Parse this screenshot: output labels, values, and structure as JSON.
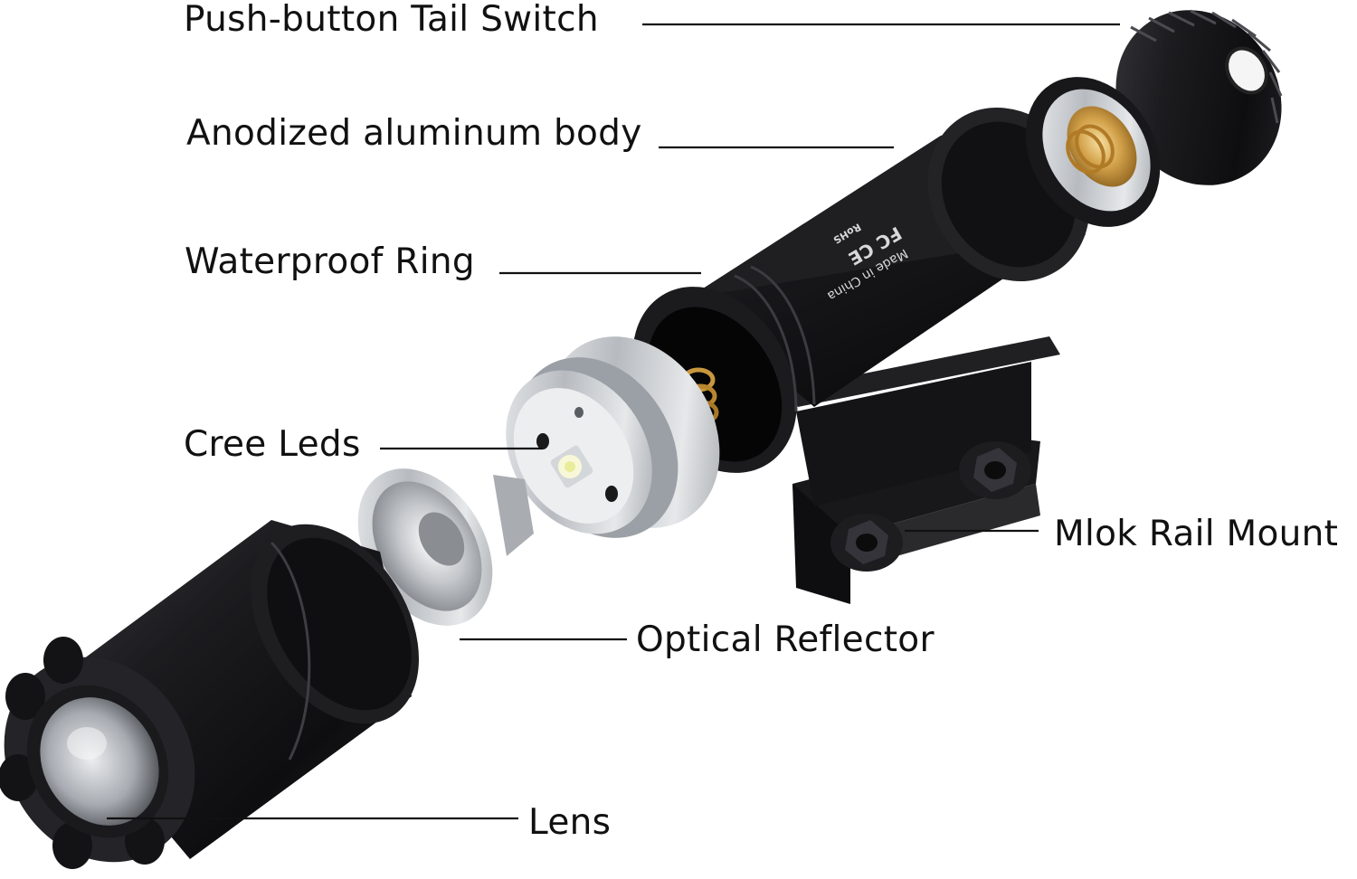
{
  "diagram": {
    "labels": {
      "tail_switch": "Push-button Tail Switch",
      "body": "Anodized aluminum body",
      "waterproof_ring": "Waterproof Ring",
      "cree_leds": "Cree Leds",
      "rail_mount": "Mlok Rail Mount",
      "optical_reflector": "Optical Reflector",
      "lens": "Lens"
    },
    "body_markings": {
      "made_in": "Made in China",
      "certifications": "FC CE",
      "rohs": "RoHS"
    },
    "colors": {
      "anodized_black": "#1b1b1d",
      "aluminum_silver": "#c9ccd0",
      "brass": "#c9973e",
      "leader_line": "#111111",
      "background": "#ffffff"
    }
  }
}
